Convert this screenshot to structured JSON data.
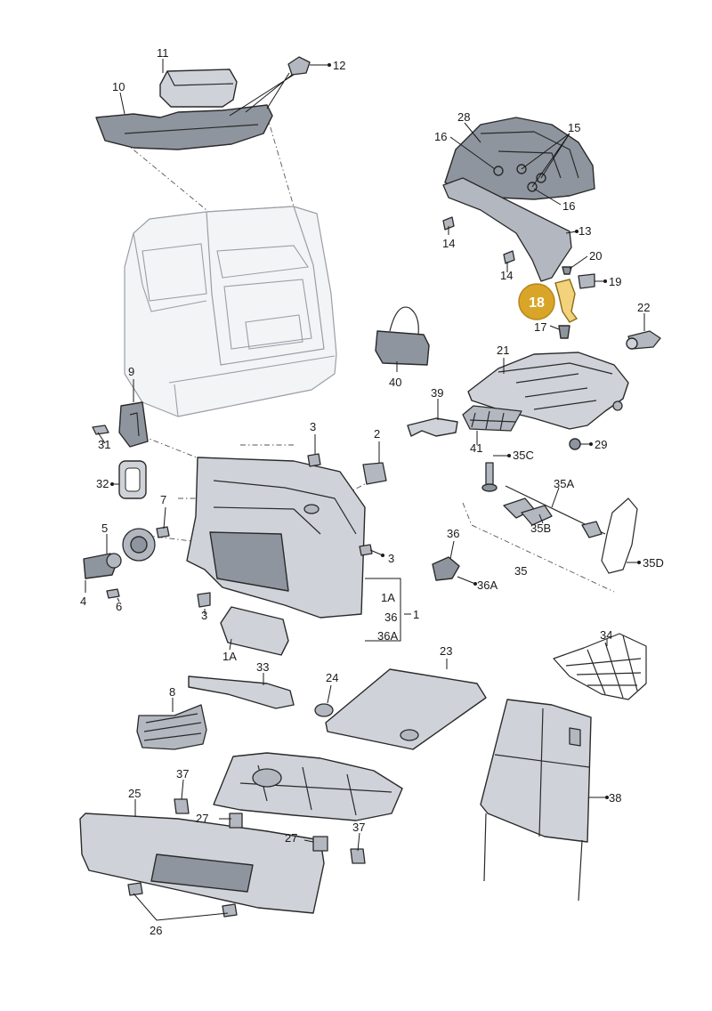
{
  "labels": {
    "p11": "11",
    "p12": "12",
    "p10": "10",
    "p28": "28",
    "p15": "15",
    "p16a": "16",
    "p16b": "16",
    "p14a": "14",
    "p14b": "14",
    "p13": "13",
    "p20": "20",
    "p19": "19",
    "p18": "18",
    "p17": "17",
    "p22": "22",
    "p21": "21",
    "p40": "40",
    "p39": "39",
    "p41": "41",
    "p29": "29",
    "p9": "9",
    "p31": "31",
    "p32": "32",
    "p7": "7",
    "p3a": "3",
    "p3b": "3",
    "p3c": "3",
    "p2": "2",
    "p5": "5",
    "p4": "4",
    "p6": "6",
    "p1A_side": "1A",
    "p36_side": "36",
    "p36A_side": "36A",
    "p1": "1",
    "p1A": "1A",
    "p35C": "35C",
    "p35A": "35A",
    "p35B": "35B",
    "p35D": "35D",
    "p35": "35",
    "p36": "36",
    "p36A": "36A",
    "p8": "8",
    "p33": "33",
    "p24": "24",
    "p23": "23",
    "p34": "34",
    "p37a": "37",
    "p37b": "37",
    "p25": "25",
    "p27a": "27",
    "p27b": "27",
    "p26": "26",
    "p38": "38"
  },
  "highlight": {
    "part": "18",
    "color": "#d9a528"
  }
}
